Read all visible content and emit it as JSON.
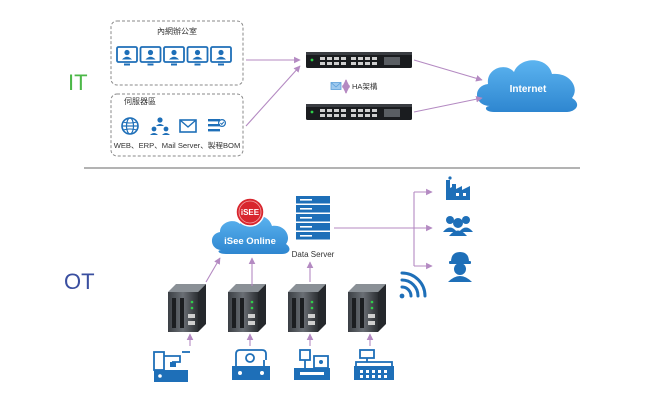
{
  "sections": {
    "it_label": "IT",
    "ot_label": "OT"
  },
  "office": {
    "title": "內網辦公室",
    "pc_count": 5
  },
  "server_room": {
    "title": "伺服器區",
    "caption": "WEB、ERP、Mail Server、製程BOM"
  },
  "ha": {
    "label": "HA架構"
  },
  "internet": {
    "label": "Internet"
  },
  "isee": {
    "cloud_label": "iSee Online",
    "badge_text": "iSEE"
  },
  "data_server": {
    "label": "Data Server"
  },
  "colors": {
    "it_label": "#4cb848",
    "ot_label": "#3a4fa0",
    "icon_blue": "#1e6fb8",
    "cloud_blue": "#3d9be0",
    "arrow_purple": "#b48ac2",
    "divider": "#9a9a9a",
    "badge_red": "#d8262e"
  },
  "icons": {
    "office_pc": "computer-user-icon",
    "server_room": [
      "globe-icon",
      "people-network-icon",
      "mail-icon",
      "document-list-icon"
    ],
    "right_side": [
      "factory-icon",
      "group-icon",
      "worker-icon"
    ],
    "machines": [
      "cnc-machine-icon",
      "sewing-machine-icon",
      "scale-machine-icon",
      "cash-register-icon"
    ],
    "gateways": 4,
    "wifi": "wifi-icon"
  }
}
